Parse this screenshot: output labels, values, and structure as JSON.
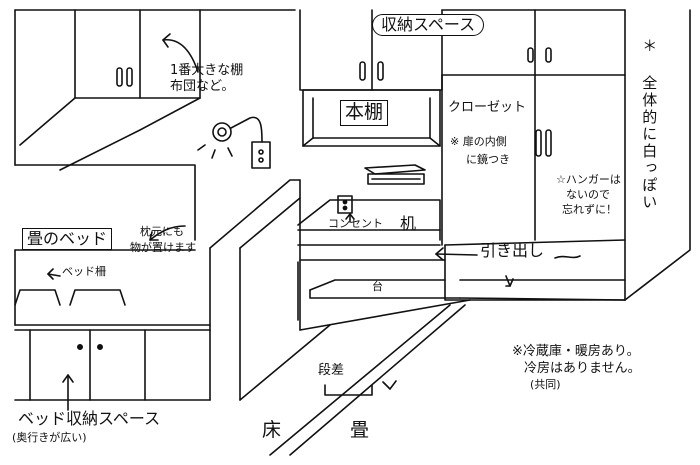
{
  "labels": {
    "storage_space": "収納スペース",
    "largest_shelf": "1番大きな棚",
    "futon_etc": "布団など。",
    "main_shelf": "本棚",
    "closet": "クローゼット",
    "mirror_note_1": "※ 扉の内側",
    "mirror_note_2": "に鏡つき",
    "whiteness_note": "＊ 全体的に白っぽい",
    "hanger_note_1": "☆ハンガーは",
    "hanger_note_2": "ないので",
    "hanger_note_3": "忘れずに！",
    "tatami_bed": "畳のベッド",
    "pillow_note_1": "枕元にも",
    "pillow_note_2": "物が置けます",
    "outlet": "コンセント",
    "desk": "机",
    "drawer": "引き出し",
    "bed_rail": "ベッド柵",
    "stand": "台",
    "step": "段差",
    "amenities_1": "※冷蔵庫・暖房あり。",
    "amenities_2": "冷房はありません。",
    "amenities_3": "(共同)",
    "bed_storage": "ベッド収納スペース",
    "deep_note": "(奥行きが広い)",
    "floor": "床",
    "tatami": "畳"
  },
  "icons": [
    "lamp-icon",
    "air-conditioner-icon",
    "outlet-icon",
    "cabinet-handle-icon"
  ],
  "colors": {
    "line": "#111111",
    "background": "#ffffff"
  }
}
